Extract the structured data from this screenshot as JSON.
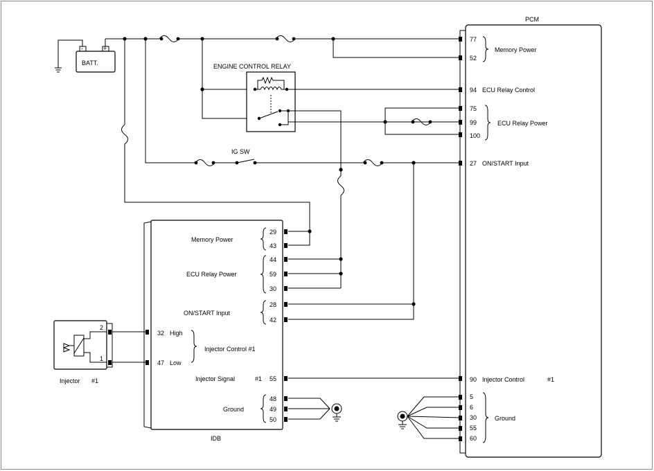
{
  "pcm": {
    "title": "PCM",
    "pins": {
      "p77": "77",
      "p52": "52",
      "p94": "94",
      "p75": "75",
      "p99": "99",
      "p100": "100",
      "p27": "27",
      "p90": "90",
      "p5": "5",
      "p6": "6",
      "p30": "30",
      "p55": "55",
      "p60": "60"
    },
    "labels": {
      "memory_power": "Memory Power",
      "ecu_relay_control": "ECU Relay Control",
      "ecu_relay_power": "ECU Relay Power",
      "on_start_input": "ON/START Input",
      "injector_control": "Injector Control",
      "injector_num": "#1",
      "ground": "Ground"
    }
  },
  "idb": {
    "title": "IDB",
    "pins": {
      "p29": "29",
      "p43": "43",
      "p44": "44",
      "p59": "59",
      "p30": "30",
      "p28": "28",
      "p42": "42",
      "p55": "55",
      "p48": "48",
      "p49": "49",
      "p50": "50",
      "p32": "32",
      "p47": "47"
    },
    "labels": {
      "memory_power": "Memory Power",
      "ecu_relay_power": "ECU Relay Power",
      "on_start_input": "ON/START Input",
      "injector_signal": "Injector Signal",
      "injector_num": "#1",
      "ground": "Ground",
      "high": "High",
      "low": "Low",
      "injector_control": "Injector Control #1"
    }
  },
  "battery": {
    "label": "BATT.",
    "neg": "-",
    "pos": "+"
  },
  "relay": {
    "label": "ENGINE CONTROL RELAY"
  },
  "ig_sw": {
    "label": "IG SW"
  },
  "injector": {
    "label": "Injector",
    "num": "#1",
    "pin2": "2",
    "pin1": "1"
  }
}
